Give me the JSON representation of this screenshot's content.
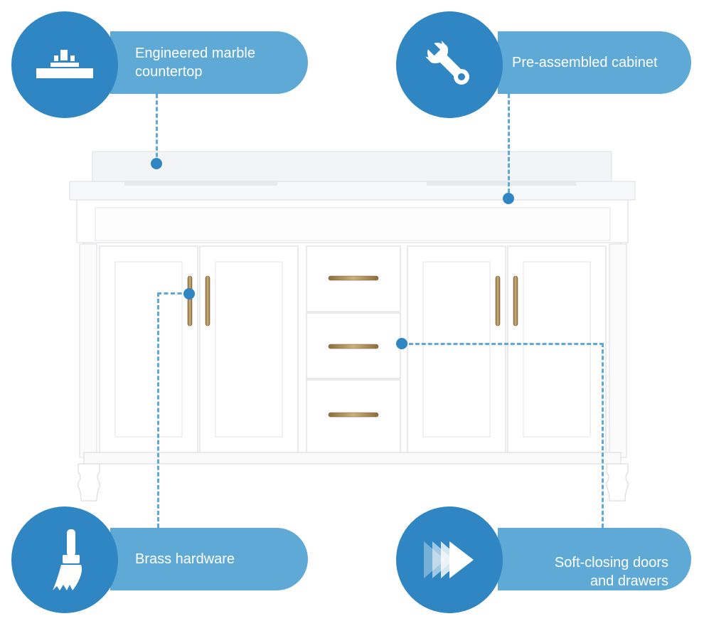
{
  "features": {
    "countertop": {
      "label_line1": "Engineered marble",
      "label_line2": "countertop",
      "icon": "countertop-icon"
    },
    "cabinet": {
      "label": "Pre-assembled cabinet",
      "icon": "wrench-icon"
    },
    "hardware": {
      "label": "Brass hardware",
      "icon": "brush-icon"
    },
    "softclose": {
      "label_line1": "Soft-closing doors",
      "label_line2": "and drawers",
      "icon": "fast-forward-icon"
    }
  },
  "colors": {
    "accent": "#2f86c2",
    "pill": "#5ea9d6",
    "brass": "#a98a55",
    "cabinet": "#ffffff"
  }
}
